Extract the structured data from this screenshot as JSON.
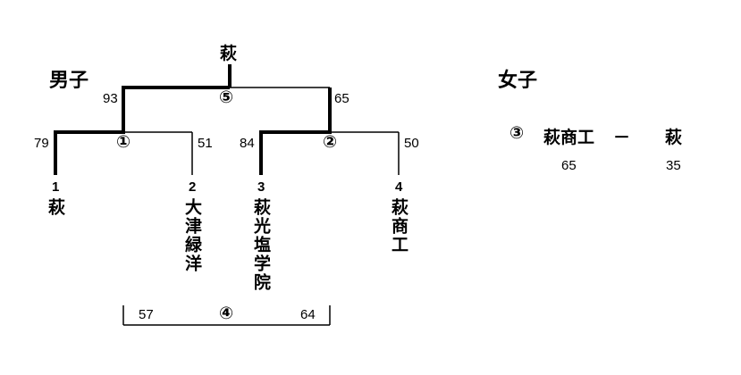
{
  "boys": {
    "title": "男子",
    "champion": "萩",
    "teams": [
      {
        "seed": "1",
        "name": "萩"
      },
      {
        "seed": "2",
        "name": "大津緑洋"
      },
      {
        "seed": "3",
        "name": "萩光塩学院"
      },
      {
        "seed": "4",
        "name": "萩商工"
      }
    ],
    "matches": {
      "m1": {
        "label": "①",
        "left_score": "79",
        "right_score": "51"
      },
      "m2": {
        "label": "②",
        "left_score": "84",
        "right_score": "50"
      },
      "m4": {
        "label": "④",
        "left_score": "57",
        "right_score": "64"
      },
      "m5": {
        "label": "⑤",
        "left_score": "93",
        "right_score": "65"
      }
    }
  },
  "girls": {
    "title": "女子",
    "match_label": "③",
    "team_a": "萩商工",
    "dash": "－",
    "team_b": "萩",
    "score_a": "65",
    "score_b": "35"
  }
}
